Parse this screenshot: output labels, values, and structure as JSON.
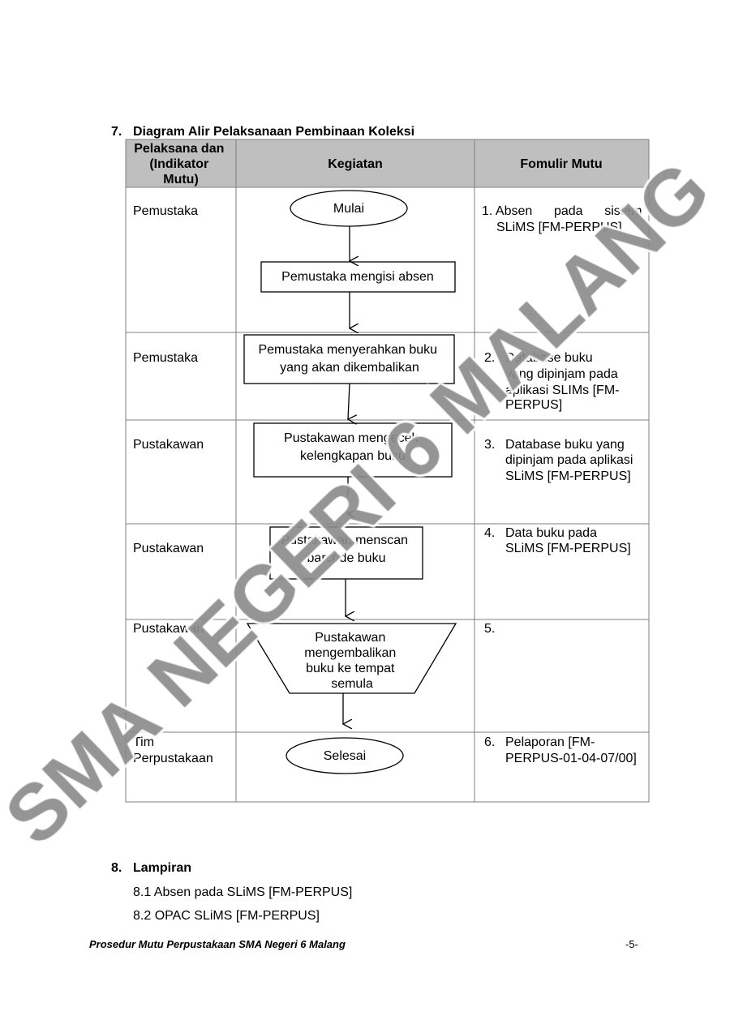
{
  "section7": {
    "number": "7.",
    "title": "Diagram Alir Pelaksanaan Pembinaan Koleksi",
    "headers": {
      "col1": [
        "Pelaksana dan",
        "(Indikator",
        "Mutu)"
      ],
      "col2": "Kegiatan",
      "col3": "Fomulir Mutu"
    },
    "rows": [
      {
        "pelaksana": [
          "Pemustaka"
        ],
        "kegiatan": [
          "Mulai",
          "Pemustaka mengisi absen"
        ],
        "formulir": [
          "1. Absen      pada      sistem",
          "SLiMS [FM-PERPUS]"
        ]
      },
      {
        "pelaksana": [
          "Pemustaka"
        ],
        "kegiatan": [
          "Pemustaka menyerahkan buku",
          "yang akan dikembalikan"
        ],
        "formulir": [
          "2.",
          "Database buku",
          "yang dipinjam pada",
          "aplikasi SLIMs [FM-",
          "PERPUS]"
        ]
      },
      {
        "pelaksana": [
          "Pustakawan"
        ],
        "kegiatan": [
          "Pustakawan mengecek",
          "kelengkapan buku"
        ],
        "formulir": [
          "3.",
          "Database buku yang",
          "dipinjam pada aplikasi",
          "SLiMS [FM-PERPUS]"
        ]
      },
      {
        "pelaksana": [
          "Pustakawan"
        ],
        "kegiatan": [
          "Pustakawan menscan",
          "barcode buku"
        ],
        "formulir": [
          "4.",
          "Data buku pada",
          "SLiMS [FM-PERPUS]"
        ]
      },
      {
        "pelaksana": [
          "Pustakawan"
        ],
        "kegiatan": [
          "Pustakawan",
          "mengembalikan",
          "buku ke tempat",
          "semula"
        ],
        "formulir": [
          "5."
        ]
      },
      {
        "pelaksana": [
          "Tim",
          "Perpustakaan"
        ],
        "kegiatan": [
          "Selesai"
        ],
        "formulir": [
          "6.",
          "Pelaporan [FM-",
          "PERPUS-01-04-07/00]"
        ]
      }
    ]
  },
  "section8": {
    "number": "8.",
    "title": "Lampiran",
    "items": [
      "8.1 Absen pada SLiMS [FM-PERPUS]",
      "8.2 OPAC SLiMS [FM-PERPUS]"
    ]
  },
  "footer": {
    "left": "Prosedur Mutu Perpustakaan SMA Negeri 6 Malang",
    "page": "-5-"
  },
  "watermark": "SMA NEGERI 6 MALANG",
  "colors": {
    "header_bg": "#bfbfbf",
    "border": "#7f7f7f",
    "watermark": "#8a8a8a"
  }
}
